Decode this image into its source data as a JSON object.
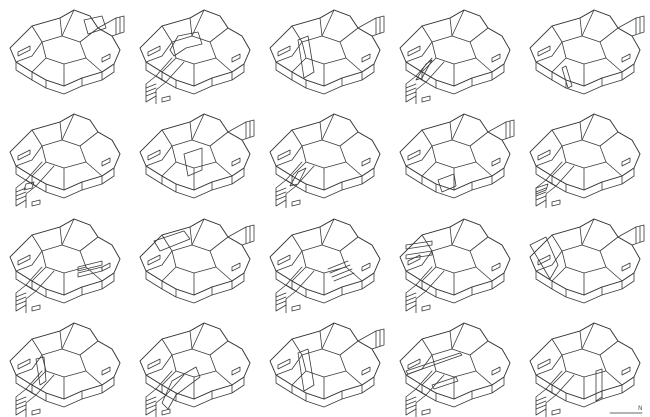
{
  "colors": {
    "highlight": "#f04a1c",
    "line": "#3a3a3a",
    "ground_pad": "#6f6f6f",
    "background": "#ffffff"
  },
  "grid": {
    "rows": 4,
    "columns": 5
  },
  "panels": [
    {
      "variant": "a",
      "highlight_shape": "chimney-roof"
    },
    {
      "variant": "b",
      "highlight_shape": "central-roof"
    },
    {
      "variant": "c",
      "highlight_shape": "front-wall"
    },
    {
      "variant": "b",
      "highlight_shape": "ramp-strip"
    },
    {
      "variant": "c",
      "highlight_shape": "right-wall-strip"
    },
    {
      "variant": "b",
      "highlight_shape": "ramp-end"
    },
    {
      "variant": "c",
      "highlight_shape": "front-wall-lower"
    },
    {
      "variant": "b",
      "highlight_shape": "ramp-mid"
    },
    {
      "variant": "c",
      "highlight_shape": "base-panel"
    },
    {
      "variant": "b",
      "highlight_shape": "ramp-base"
    },
    {
      "variant": "b",
      "highlight_shape": "window-bands"
    },
    {
      "variant": "a",
      "highlight_shape": "left-roof"
    },
    {
      "variant": "b",
      "highlight_shape": "hatch-lines"
    },
    {
      "variant": "b",
      "highlight_shape": "left-bands"
    },
    {
      "variant": "c",
      "highlight_shape": "left-gable"
    },
    {
      "variant": "b",
      "highlight_shape": "ramp-upper"
    },
    {
      "variant": "b",
      "highlight_shape": "ramp-long"
    },
    {
      "variant": "c",
      "highlight_shape": "front-wall"
    },
    {
      "variant": "b",
      "highlight_shape": "long-beam"
    },
    {
      "variant": "b",
      "highlight_shape": "thin-column"
    }
  ],
  "scale_label": "N"
}
